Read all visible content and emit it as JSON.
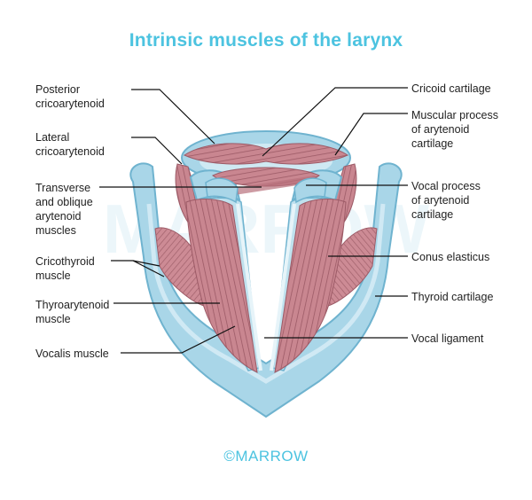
{
  "title": "Intrinsic muscles of the larynx",
  "labels_left": [
    {
      "key": "posterior_ca",
      "text": "Posterior\ncricoarytenoid"
    },
    {
      "key": "lateral_ca",
      "text": "Lateral\ncricoarytenoid"
    },
    {
      "key": "transverse_oblique",
      "text": "Transverse\nand oblique\narytenoid\nmuscles"
    },
    {
      "key": "cricothyroid",
      "text": "Cricothyroid\nmuscle"
    },
    {
      "key": "thyroarytenoid",
      "text": "Thyroarytenoid\nmuscle"
    },
    {
      "key": "vocalis",
      "text": "Vocalis muscle"
    }
  ],
  "labels_right": [
    {
      "key": "cricoid",
      "text": "Cricoid cartilage"
    },
    {
      "key": "muscular_process",
      "text": "Muscular process\nof arytenoid\ncartilage"
    },
    {
      "key": "vocal_process",
      "text": "Vocal process\nof arytenoid\ncartilage"
    },
    {
      "key": "conus",
      "text": "Conus elasticus"
    },
    {
      "key": "thyroid",
      "text": "Thyroid cartilage"
    },
    {
      "key": "vocal_ligament",
      "text": "Vocal ligament"
    }
  ],
  "watermark": "MARROW",
  "brand": "©MARROW",
  "colors": {
    "title": "#4cc3e0",
    "cartilage": "#a9d6e8",
    "cartilage_dark": "#6fb3cf",
    "muscle": "#c9868f",
    "muscle_dark": "#9c5a66",
    "line": "#111111"
  }
}
